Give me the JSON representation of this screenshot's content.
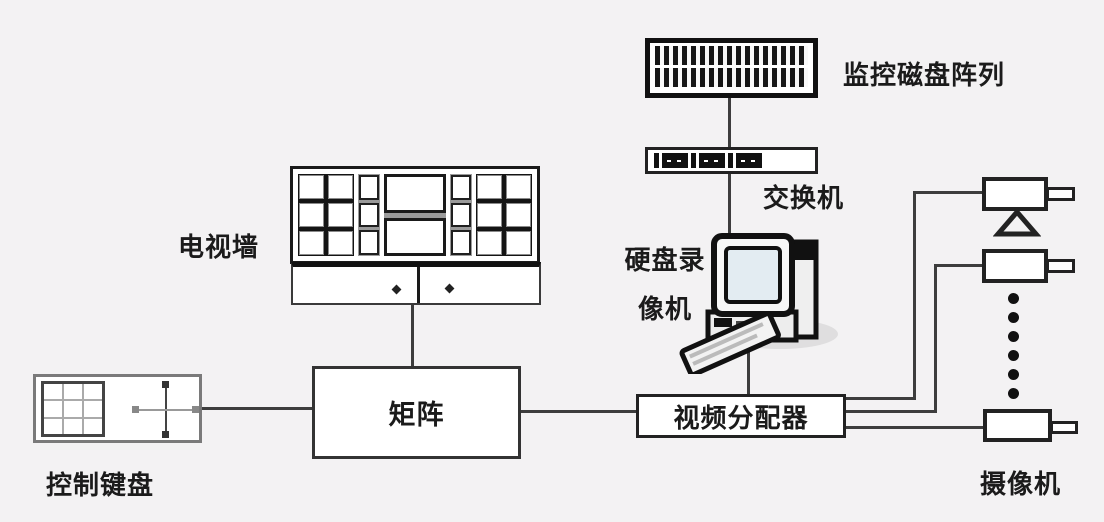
{
  "diagram": {
    "type": "topology",
    "title_visible": false,
    "colors": {
      "background": "#f3f2f3",
      "line": "#3d3d3d",
      "box_border": "#2e2e2e",
      "text": "#1b1b1b"
    },
    "labels": {
      "disk_array": "监控磁盘阵列",
      "switch": "交换机",
      "dvr_line1": "硬盘录",
      "dvr_line2": "像机",
      "tv_wall": "电视墙",
      "matrix": "矩阵",
      "video_distributor": "视频分配器",
      "control_keyboard": "控制键盘",
      "camera": "摄像机"
    },
    "connections": [
      [
        "监控磁盘阵列",
        "交换机"
      ],
      [
        "交换机",
        "硬盘录像机"
      ],
      [
        "硬盘录像机",
        "视频分配器"
      ],
      [
        "电视墙",
        "矩阵"
      ],
      [
        "控制键盘",
        "矩阵"
      ],
      [
        "矩阵",
        "视频分配器"
      ],
      [
        "视频分配器",
        "摄像机-1"
      ],
      [
        "视频分配器",
        "摄像机-2"
      ],
      [
        "视频分配器",
        "摄像机-n"
      ]
    ],
    "camera_ellipsis_dots": 6
  }
}
